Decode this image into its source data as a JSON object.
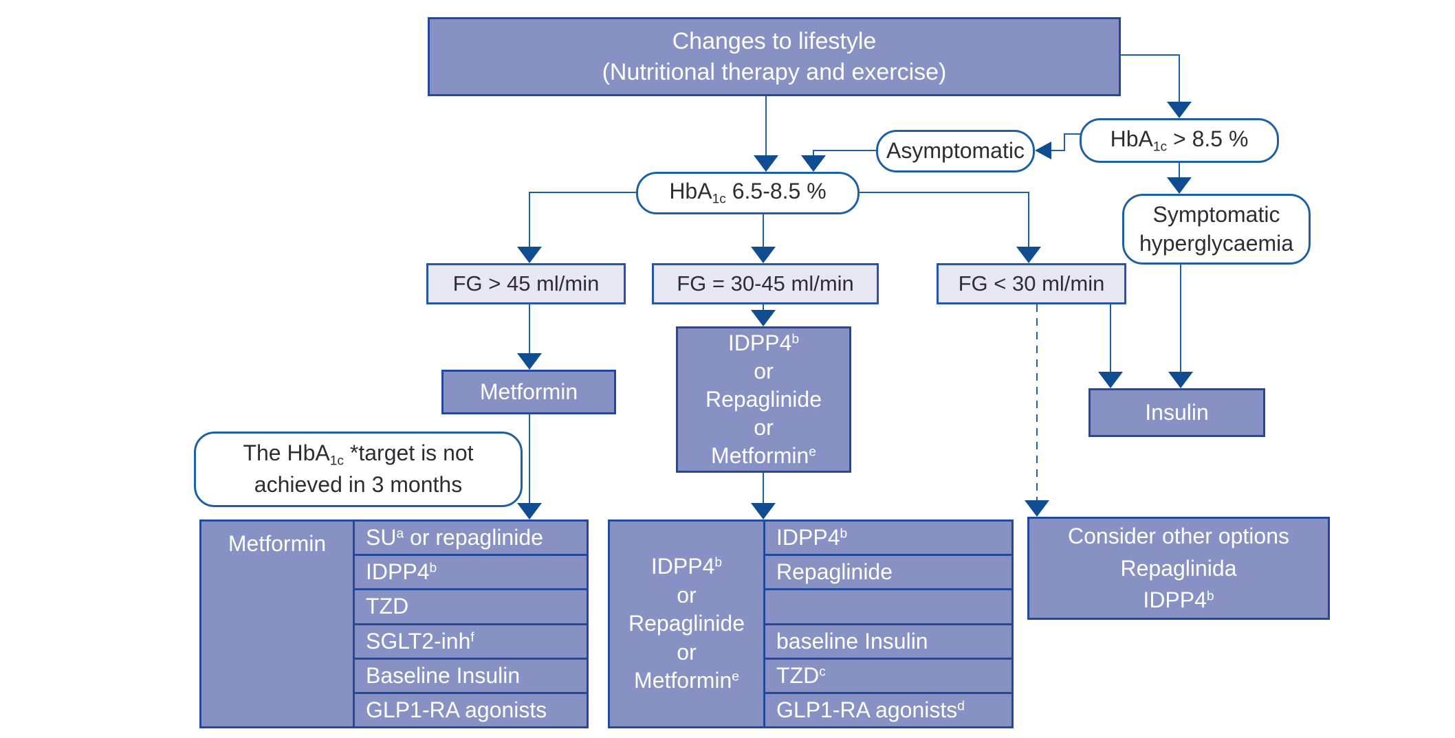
{
  "colors": {
    "node_fill": "#8791c3",
    "node_border": "#24499b",
    "light_fill": "#e6e7f3",
    "line_blue": "#1d5fa5",
    "arrow_navy": "#0f4c90",
    "text_dark": "#2d2d33",
    "text_light": "#ffffff"
  },
  "nodes": {
    "lifestyle": {
      "label": [
        [
          {
            "t": "Changes to lifestyle"
          }
        ],
        [
          {
            "t": "(Nutritional therapy and exercise)"
          }
        ]
      ]
    },
    "asymptomatic": {
      "label": "Asymptomatic"
    },
    "hba1c_high": {
      "label": [
        [
          {
            "t": "HbA"
          },
          {
            "t": "1c",
            "s": "sub"
          },
          {
            "t": " > 8.5 %"
          }
        ]
      ]
    },
    "symptomatic": {
      "label": [
        [
          {
            "t": "Symptomatic"
          }
        ],
        [
          {
            "t": "hyperglycaemia"
          }
        ]
      ]
    },
    "hba1c_mid": {
      "label": [
        [
          {
            "t": "HbA"
          },
          {
            "t": "1c",
            "s": "sub"
          },
          {
            "t": " 6.5-8.5 %"
          }
        ]
      ]
    },
    "fg_high": {
      "label": "FG > 45 ml/min"
    },
    "fg_mid": {
      "label": "FG = 30-45 ml/min"
    },
    "fg_low": {
      "label": "FG < 30 ml/min"
    },
    "metformin": {
      "label": "Metformin"
    },
    "idpp4_combo": {
      "label": [
        [
          {
            "t": "IDPP4"
          },
          {
            "t": "b",
            "s": "sup"
          }
        ],
        [
          {
            "t": "or"
          }
        ],
        [
          {
            "t": "Repaglinide"
          }
        ],
        [
          {
            "t": "or"
          }
        ],
        [
          {
            "t": "Metformin"
          },
          {
            "t": "e",
            "s": "sup"
          }
        ]
      ]
    },
    "insulin": {
      "label": "Insulin"
    },
    "note": {
      "label": [
        [
          {
            "t": "The HbA"
          },
          {
            "t": "1c",
            "s": "sub"
          },
          {
            "t": " *target is not"
          }
        ],
        [
          {
            "t": "achieved in 3 months"
          }
        ]
      ]
    },
    "consider": {
      "label": [
        [
          {
            "t": "Consider other options"
          }
        ],
        [
          {
            "t": "Repaglinida"
          }
        ],
        [
          {
            "t": "IDPP4"
          },
          {
            "t": "b",
            "s": "sup"
          }
        ]
      ]
    }
  },
  "tables": {
    "left": {
      "base": "Metformin",
      "rows": [
        [
          [
            {
              "t": "SU"
            },
            {
              "t": "a",
              "s": "sup"
            },
            {
              "t": " or repaglinide"
            }
          ]
        ],
        [
          [
            {
              "t": "IDPP4"
            },
            {
              "t": "b",
              "s": "sup"
            }
          ]
        ],
        [
          [
            {
              "t": "TZD"
            }
          ]
        ],
        [
          [
            {
              "t": "SGLT2-inh"
            },
            {
              "t": "f",
              "s": "sup"
            }
          ]
        ],
        [
          [
            {
              "t": "Baseline Insulin"
            }
          ]
        ],
        [
          [
            {
              "t": "GLP1-RA agonists"
            }
          ]
        ]
      ]
    },
    "mid": {
      "base": [
        [
          {
            "t": "IDPP4"
          },
          {
            "t": "b",
            "s": "sup"
          }
        ],
        [
          {
            "t": "or"
          }
        ],
        [
          {
            "t": "Repaglinide"
          }
        ],
        [
          {
            "t": "or"
          }
        ],
        [
          {
            "t": "Metformin"
          },
          {
            "t": "e",
            "s": "sup"
          }
        ]
      ],
      "rows": [
        [
          [
            {
              "t": "IDPP4"
            },
            {
              "t": "b",
              "s": "sup"
            }
          ]
        ],
        [
          [
            {
              "t": "Repaglinide"
            }
          ]
        ],
        [],
        [
          [
            {
              "t": "baseline Insulin"
            }
          ]
        ],
        [
          [
            {
              "t": "TZD"
            },
            {
              "t": "c",
              "s": "sup"
            }
          ]
        ],
        [
          [
            {
              "t": "GLP1-RA agonists"
            },
            {
              "t": "d",
              "s": "sup"
            }
          ]
        ]
      ]
    }
  }
}
